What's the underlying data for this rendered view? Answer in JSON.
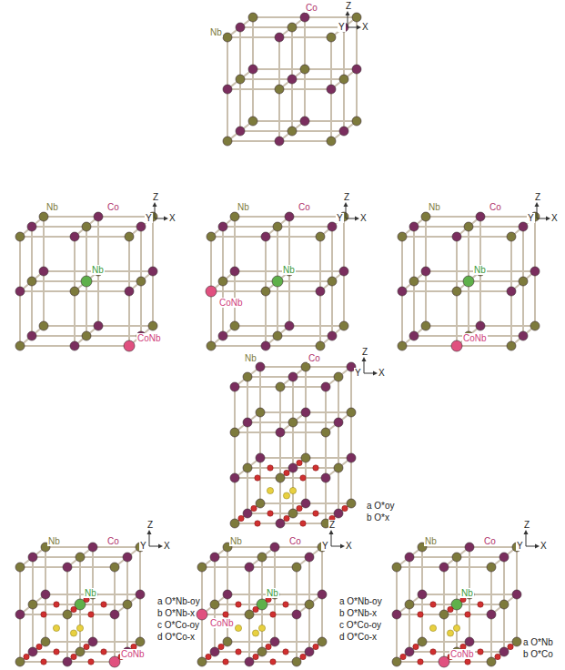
{
  "diagram": {
    "labels": [
      "Nb",
      "Co",
      "Z",
      "Y",
      "X",
      "Nb",
      "Co",
      "Z",
      "Y",
      "X",
      "Nb",
      "CoNb",
      "Nb",
      "Co",
      "Z",
      "Y",
      "X",
      "Nb",
      "CoNb",
      "Nb",
      "Co",
      "Z",
      "Y",
      "X",
      "Nb",
      "CoNb",
      "Nb",
      "Co",
      "Z",
      "Y",
      "X",
      "a O*oy",
      "b O*x",
      "Nb",
      "Co",
      "Z",
      "Y",
      "X",
      "Nb",
      "CoNb",
      "a O*Nb-oy",
      "b O*Nb-x",
      "c O*Co-oy",
      "d O*Co-x",
      "Nb",
      "Co",
      "Z",
      "Y",
      "X",
      "Nb",
      "CoNb",
      "a O*Nb-oy",
      "b O*Nb-x",
      "c O*Co-oy",
      "d O*Co-x",
      "Nb",
      "Co",
      "Z",
      "Y",
      "X",
      "Nb",
      "CoNb",
      "a O*Nb",
      "b O*Co"
    ]
  }
}
